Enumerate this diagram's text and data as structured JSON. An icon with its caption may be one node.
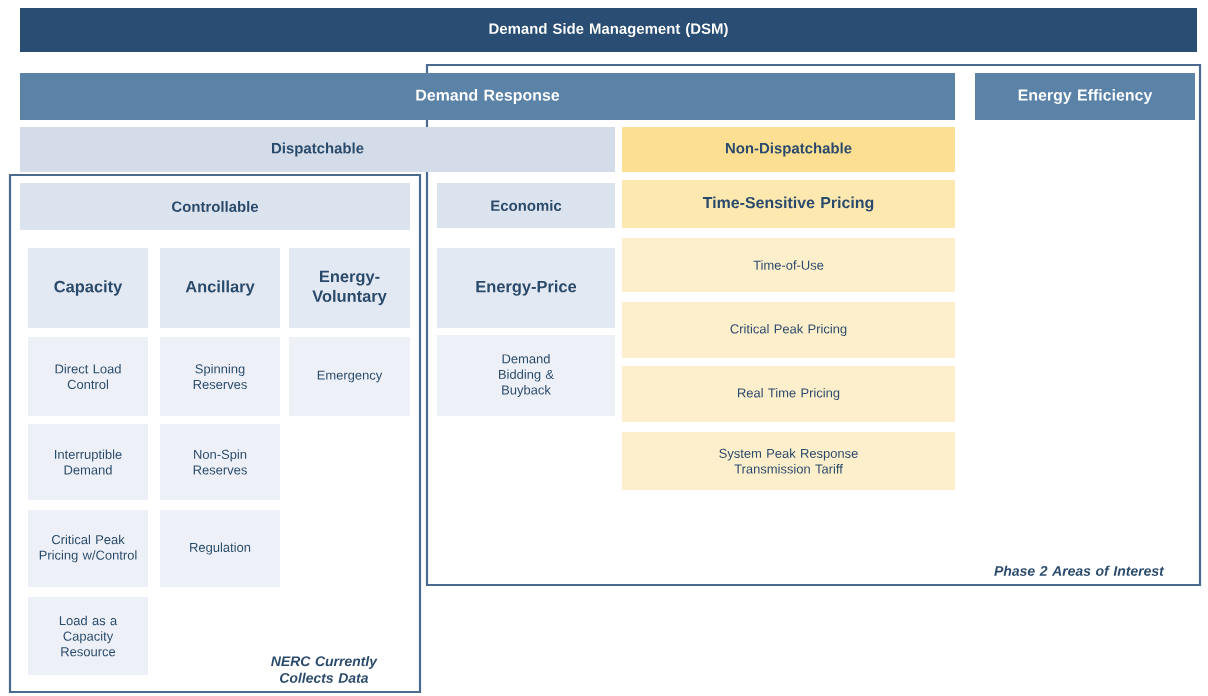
{
  "diagram": {
    "nodes": [
      {
        "text": [
          "Demand Side Management (DSM)"
        ]
      },
      {
        "text": [
          "Phase 2 Areas of Interest"
        ]
      },
      {
        "text": [
          "Demand Response"
        ]
      },
      {
        "text": [
          "Energy Efficiency"
        ],
        "in": 1
      },
      {
        "text": [
          "Dispatchable"
        ]
      },
      {
        "text": [
          "Non-Dispatchable"
        ],
        "in": 1
      },
      {
        "text": [
          "NERC Currently Collects Data"
        ]
      },
      {
        "text": [
          "Controllable"
        ],
        "in": 6
      },
      {
        "text": [
          "Economic"
        ],
        "in": 1
      },
      {
        "text": [
          "Time-Sensitive Pricing"
        ],
        "in": 1
      },
      {
        "text": [
          "Capacity"
        ],
        "in": 6
      },
      {
        "text": [
          "Ancillary"
        ],
        "in": 6
      },
      {
        "text": [
          "Energy-Voluntary"
        ],
        "in": 6
      },
      {
        "text": [
          "Energy-Price"
        ],
        "in": 1
      },
      {
        "text": [
          "Time-of-Use"
        ],
        "in": 1
      },
      {
        "text": [
          "Direct Load Control"
        ],
        "in": 6
      },
      {
        "text": [
          "Spinning Reserves"
        ],
        "in": 6
      },
      {
        "text": [
          "Emergency"
        ],
        "in": 6
      },
      {
        "text": [
          "Demand Bidding & Buyback"
        ],
        "in": 1
      },
      {
        "text": [
          "Critical Peak Pricing"
        ],
        "in": 1
      },
      {
        "text": [
          "Real Time Pricing"
        ],
        "in": 1
      },
      {
        "text": [
          "Interruptible Demand"
        ],
        "in": 6
      },
      {
        "text": [
          "Non-Spin Reserves"
        ],
        "in": 6
      },
      {
        "text": [
          "System Peak Response Transmission Tariff"
        ],
        "in": 1
      },
      {
        "text": [
          "Critical Peak Pricing w/Control"
        ],
        "in": 6
      },
      {
        "text": [
          "Regulation"
        ],
        "in": 6
      },
      {
        "text": [
          "Load as a Capacity Resource"
        ],
        "in": 6
      }
    ]
  }
}
